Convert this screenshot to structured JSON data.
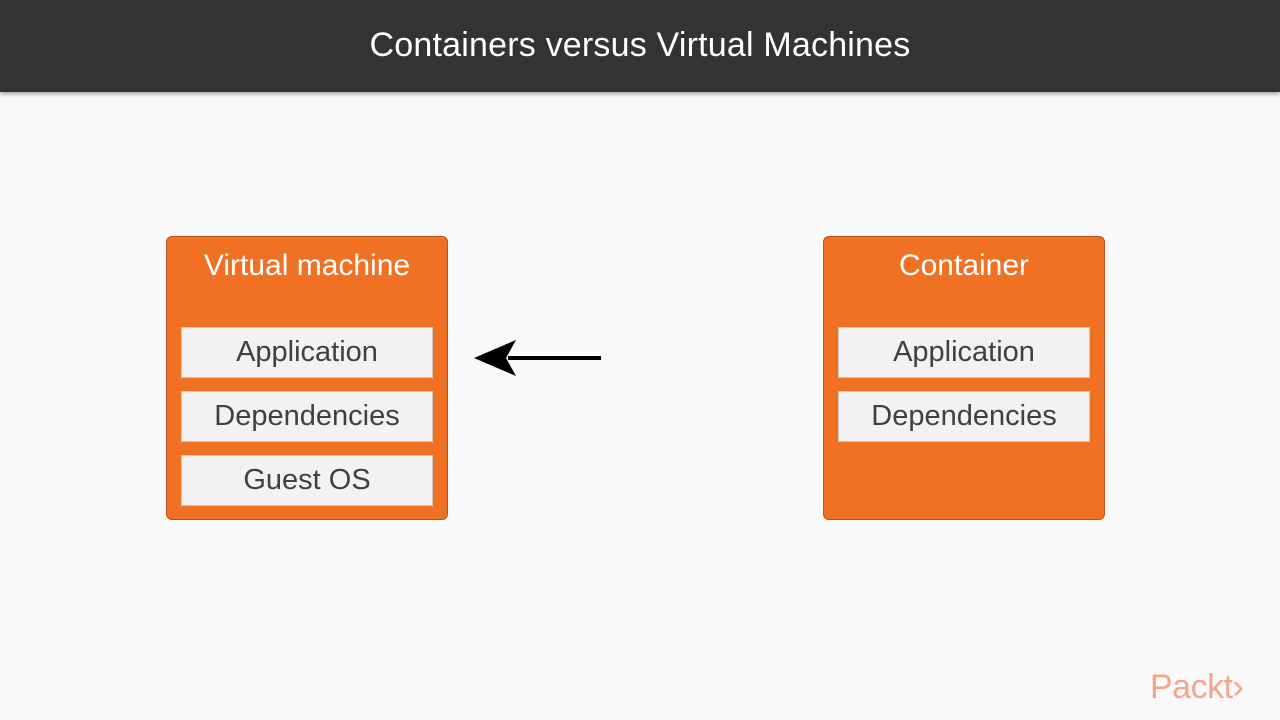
{
  "header": {
    "title": "Containers versus Virtual Machines"
  },
  "virtual_machine": {
    "title": "Virtual machine",
    "layers": [
      "Application",
      "Dependencies",
      "Guest OS"
    ]
  },
  "container": {
    "title": "Container",
    "layers": [
      "Application",
      "Dependencies"
    ]
  },
  "logo": {
    "text": "Packt›"
  },
  "colors": {
    "header_bg": "#333333",
    "box_orange": "#f07124",
    "layer_bg": "#f2f2f2",
    "logo": "#f4a58a",
    "arrow": "#000000"
  },
  "icons": {
    "arrow": "left-arrow-icon"
  }
}
